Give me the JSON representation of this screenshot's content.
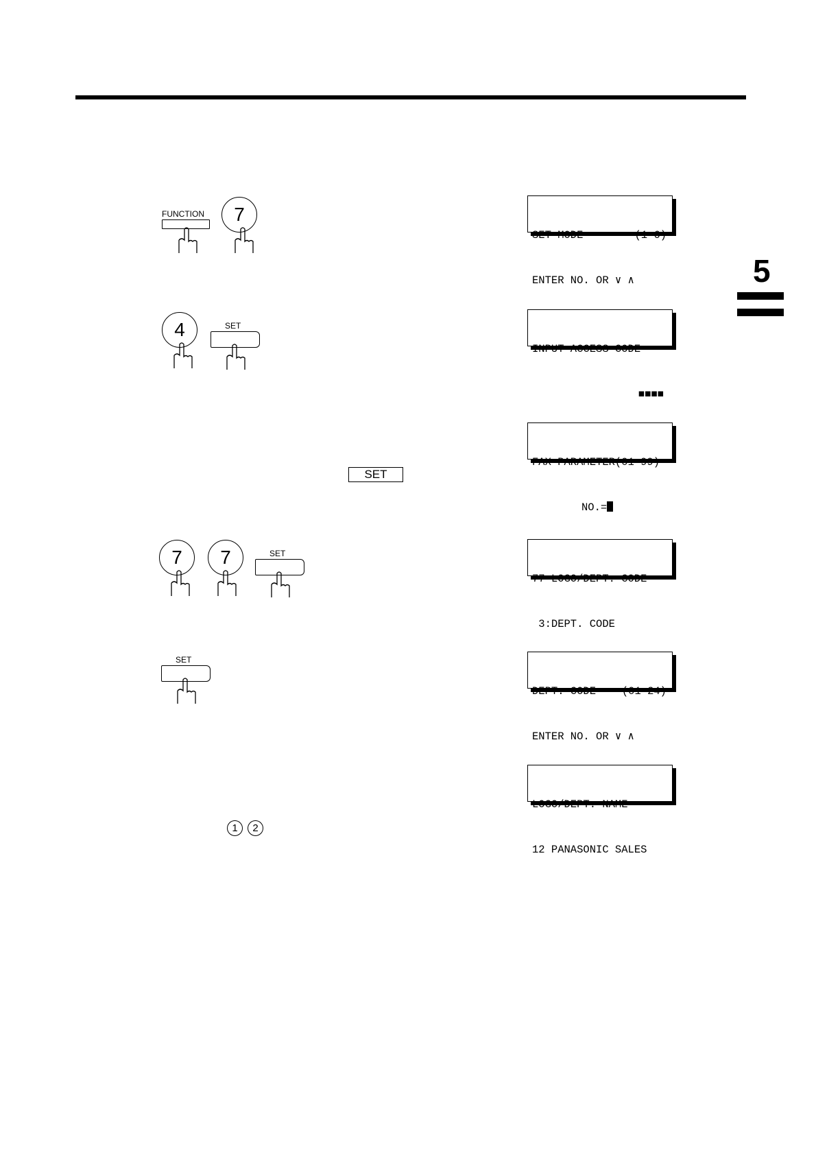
{
  "chapter": {
    "number": "5"
  },
  "steps": [
    {
      "keys": {
        "function_label": "FUNCTION",
        "digit": "7"
      },
      "display": {
        "line1_left": "SET MODE",
        "line1_right": "(1-6)",
        "line2": "ENTER NO. OR ∨ ∧"
      }
    },
    {
      "keys": {
        "digit": "4",
        "set_label": "SET"
      },
      "display": {
        "line1": "INPUT ACCESS CODE",
        "line2_blocks": "■■■■"
      }
    },
    {
      "keys": {
        "set_inline": "SET"
      },
      "display": {
        "line1": "FAX PARAMETER(01-99)",
        "line2": "NO.="
      }
    },
    {
      "keys": {
        "digit1": "7",
        "digit2": "7",
        "set_label": "SET"
      },
      "display": {
        "line1": "77 LOGO/DEPT. CODE",
        "line2": " 3:DEPT. CODE"
      }
    },
    {
      "keys": {
        "set_label": "SET"
      },
      "display": {
        "line1_left": "DEPT. CODE",
        "line1_right": "(01-24)",
        "line2": "ENTER NO. OR ∨ ∧"
      }
    },
    {
      "keys": {
        "circled1": "1",
        "circled2": "2"
      },
      "display": {
        "line1": "LOGO/DEPT. NAME",
        "line2": "12 PANASONIC SALES"
      }
    }
  ]
}
